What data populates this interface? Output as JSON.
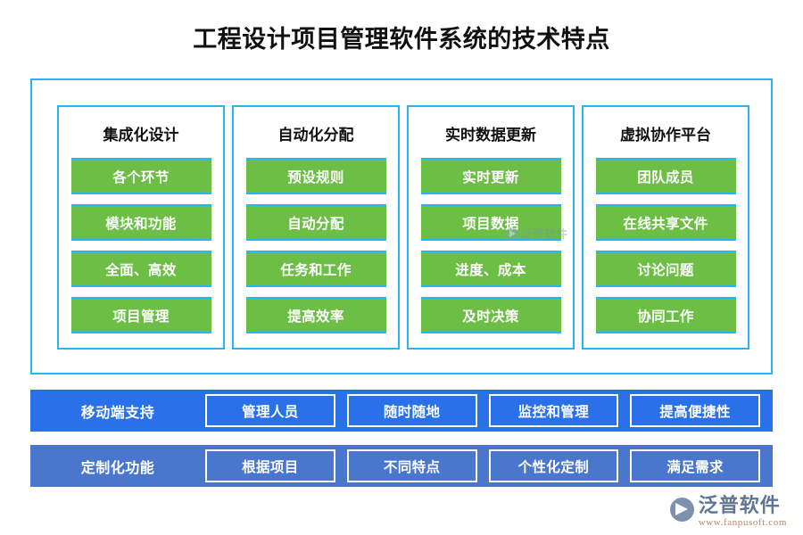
{
  "page": {
    "title": "工程设计项目管理软件系统的技术特点"
  },
  "columns": [
    {
      "title": "集成化设计",
      "items": [
        "各个环节",
        "模块和功能",
        "全面、高效",
        "项目管理"
      ]
    },
    {
      "title": "自动化分配",
      "items": [
        "预设规则",
        "自动分配",
        "任务和工作",
        "提高效率"
      ]
    },
    {
      "title": "实时数据更新",
      "items": [
        "实时更新",
        "项目数据",
        "进度、成本",
        "及时决策"
      ]
    },
    {
      "title": "虚拟协作平台",
      "items": [
        "团队成员",
        "在线共享文件",
        "讨论问题",
        "协同工作"
      ]
    }
  ],
  "bars": [
    {
      "label": "移动端支持",
      "items": [
        "管理人员",
        "随时随地",
        "监控和管理",
        "提高便捷性"
      ]
    },
    {
      "label": "定制化功能",
      "items": [
        "根据项目",
        "不同特点",
        "个性化定制",
        "满足需求"
      ]
    }
  ],
  "watermark": {
    "center_text": "泛普软件",
    "brand_name": "泛普软件",
    "brand_url": "www.fanpusoft.com"
  },
  "colors": {
    "title_text": "#111111",
    "frame_border": "#29b6f0",
    "chip_green": "#6cbe45",
    "bar_blue_primary": "#2a70e8",
    "bar_blue_secondary": "#4a76cd",
    "chip_text": "#ffffff",
    "brand_gray": "#5f7594",
    "brand_url_color": "#b9856a"
  }
}
